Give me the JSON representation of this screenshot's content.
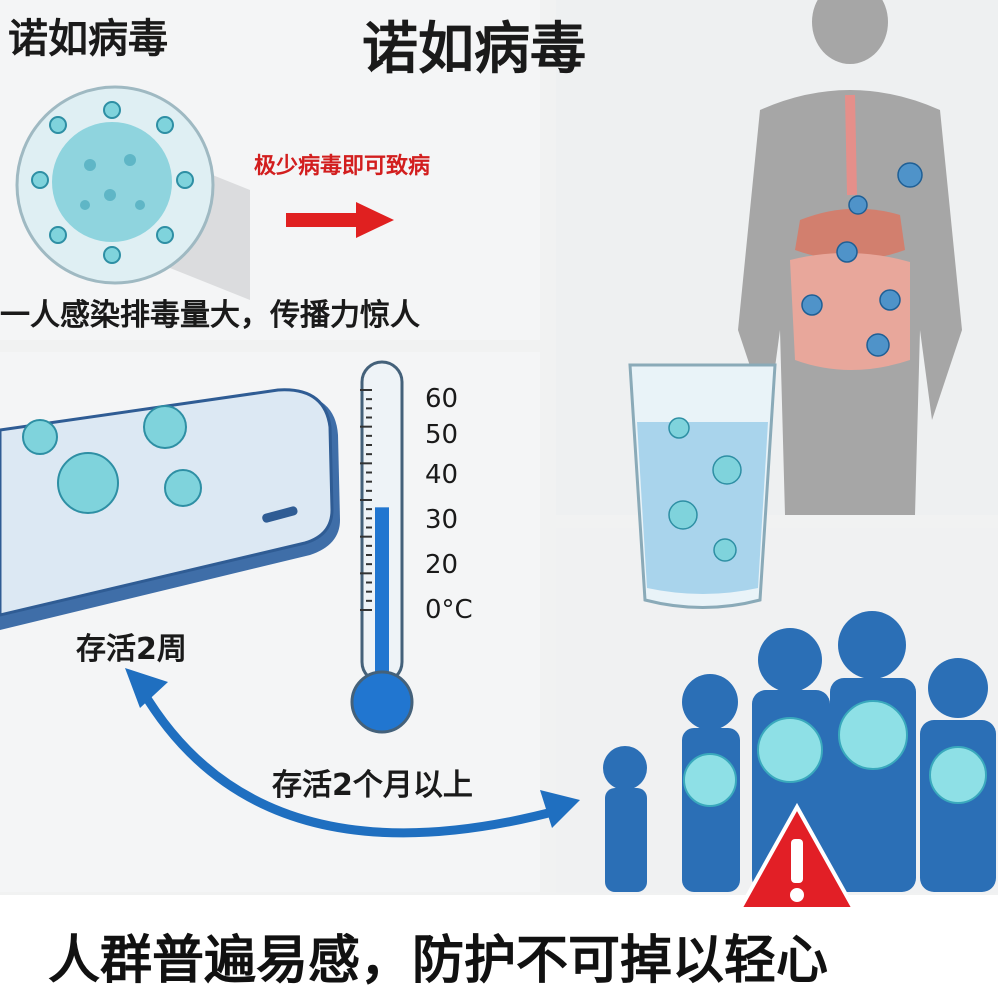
{
  "header": {
    "corner_title": "诺如病毒",
    "main_title": "诺如病毒"
  },
  "virus_panel": {
    "callout": "极少病毒即可致病",
    "caption": "一人感染排毒量大，传播力惊人"
  },
  "surface_panel": {
    "phone_caption": "存活2周",
    "thermometer_ticks": [
      "60",
      "50",
      "40",
      "30",
      "20",
      "0°C"
    ],
    "thermometer_level_celsius": 28,
    "water_caption": "存活2个月以上"
  },
  "footer": {
    "slogan": "人群普遍易感，防护不可掉以轻心"
  },
  "colors": {
    "virus": "#7fd3dc",
    "virus_dark": "#2e8fa4",
    "silhouette": "#a6a6a6",
    "people": "#2b6fb6",
    "arrow_red": "#e02020",
    "arrow_blue": "#1f6fc0",
    "callout_red": "#d21e1e"
  }
}
